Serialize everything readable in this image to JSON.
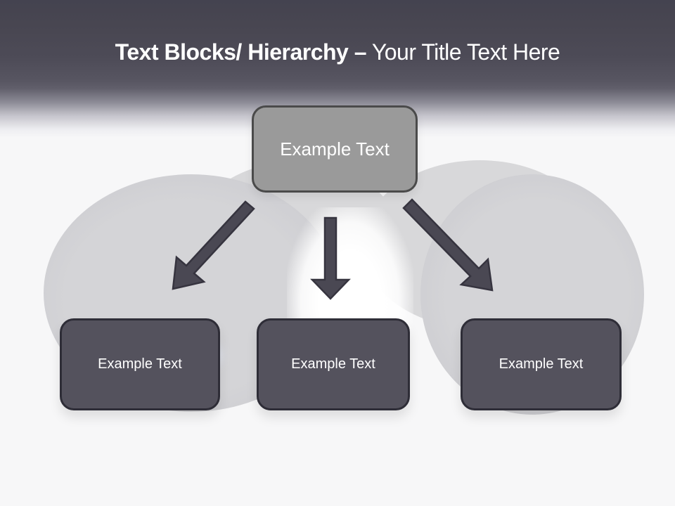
{
  "title": {
    "bold": "Text Blocks/ Hierarchy –",
    "regular": "Your Title Text Here"
  },
  "diagram": {
    "root": {
      "label": "Example Text"
    },
    "children": [
      {
        "label": "Example Text"
      },
      {
        "label": "Example Text"
      },
      {
        "label": "Example Text"
      }
    ]
  },
  "icons": {
    "watermark": "binoculars-watermark",
    "arrows": [
      "arrow-down-left-icon",
      "arrow-down-icon",
      "arrow-down-right-icon"
    ]
  },
  "colors": {
    "background": "#f7f7f8",
    "header_top": "#444350",
    "header_bottom": "#605e6a",
    "text": "#ffffff",
    "root_box_fill": "#9a9a9a",
    "root_box_border": "#4a4a4a",
    "child_box_fill": "#54525d",
    "child_box_border": "#2e2d37",
    "arrow_fill": "#4a4853",
    "arrow_stroke": "#36343f",
    "watermark_gray": "#d3d3d6"
  }
}
